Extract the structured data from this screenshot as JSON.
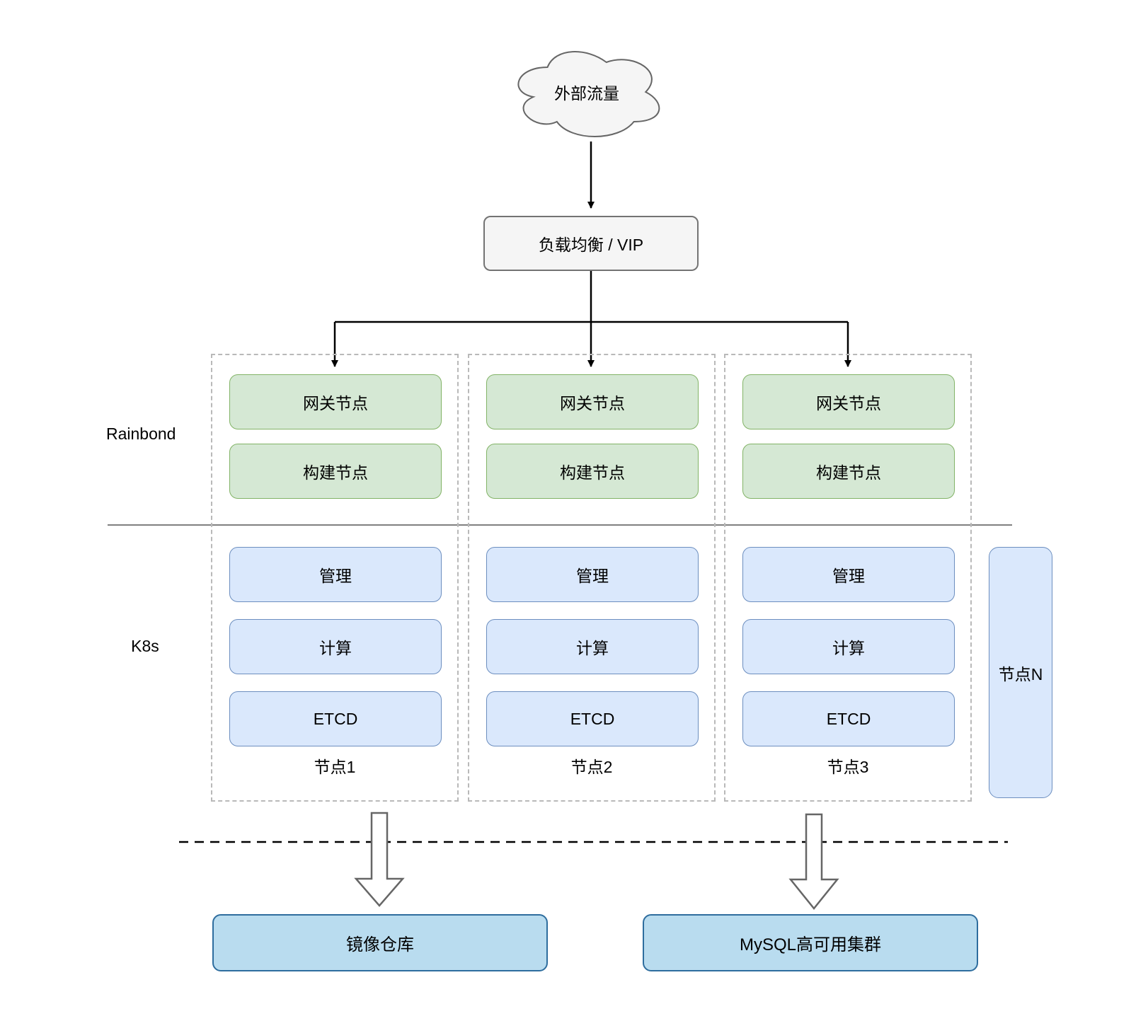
{
  "cloud": {
    "label": "外部流量"
  },
  "load_balancer": {
    "label": "负载均衡 / VIP"
  },
  "layers": {
    "rainbond": "Rainbond",
    "k8s": "K8s"
  },
  "columns": [
    {
      "gateway": "网关节点",
      "build": "构建节点",
      "manage": "管理",
      "compute": "计算",
      "etcd": "ETCD",
      "node": "节点1"
    },
    {
      "gateway": "网关节点",
      "build": "构建节点",
      "manage": "管理",
      "compute": "计算",
      "etcd": "ETCD",
      "node": "节点2"
    },
    {
      "gateway": "网关节点",
      "build": "构建节点",
      "manage": "管理",
      "compute": "计算",
      "etcd": "ETCD",
      "node": "节点3"
    }
  ],
  "node_n": {
    "label": "节点N"
  },
  "bottom": {
    "registry": "镜像仓库",
    "mysql": "MySQL高可用集群"
  },
  "colors": {
    "rainbond_box_fill": "#d5e8d4",
    "rainbond_box_stroke": "#82b366",
    "k8s_box_fill": "#dae8fc",
    "k8s_box_stroke": "#6c8ebf",
    "bottom_box_fill": "#b9dcef",
    "bottom_box_stroke": "#2e6d9e",
    "neutral_fill": "#f5f5f5",
    "neutral_stroke": "#737373",
    "connector": "#000000",
    "separator": "#808080",
    "column_dash": "#b9b9b9"
  }
}
